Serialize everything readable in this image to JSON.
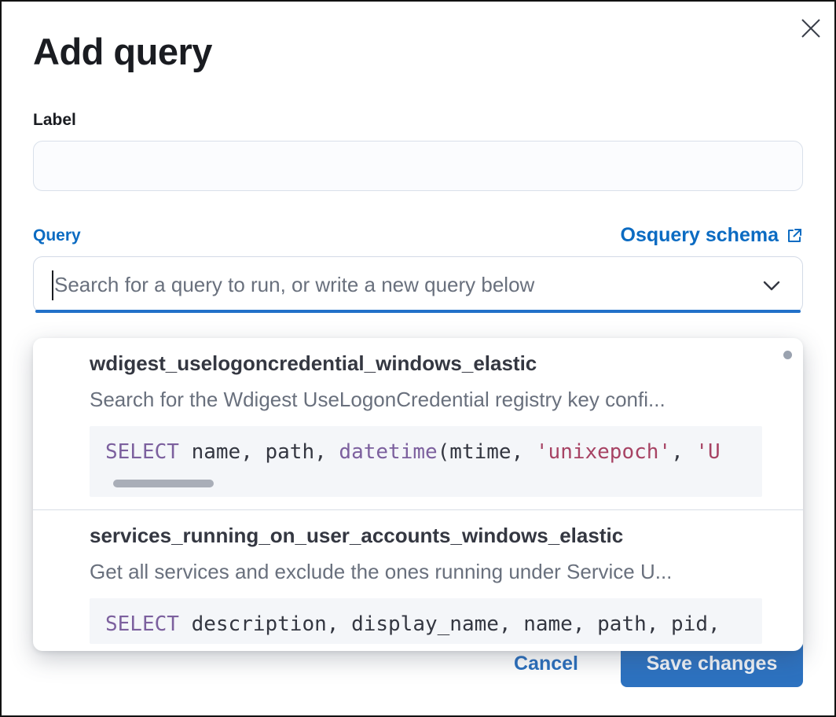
{
  "modal": {
    "title": "Add query"
  },
  "form": {
    "label_field": {
      "label": "Label",
      "value": ""
    },
    "query_field": {
      "label": "Query",
      "schema_link_label": "Osquery schema",
      "combobox_placeholder": "Search for a query to run, or write a new query below"
    }
  },
  "dropdown": {
    "options": [
      {
        "title": "wdigest_uselogoncredential_windows_elastic",
        "description": "Search for the Wdigest UseLogonCredential registry key confi...",
        "code": {
          "0": "SELECT",
          "1": " name, path, ",
          "2": "datetime",
          "3": "(mtime, ",
          "4": "'unixepoch'",
          "5": ", ",
          "6": "'U"
        }
      },
      {
        "title": "services_running_on_user_accounts_windows_elastic",
        "description": "Get all services and exclude the ones running under Service U...",
        "code": {
          "0": "SELECT",
          "1": " description, display_name, name, path, pid,"
        }
      }
    ]
  },
  "footer": {
    "cancel_label": "Cancel",
    "save_label": "Save changes"
  },
  "icons": {
    "close": "x-cross",
    "chevron_down": "chevron-down",
    "external_link": "external-link-box-arrow"
  },
  "colors": {
    "accent_blue": "#0b6bc2",
    "button_blue": "#2d72c0",
    "focus_bar_blue": "#2271c9",
    "keyword_purple": "#7c609e",
    "string_rose": "#a74364",
    "text_dark": "#1a1c21",
    "text_body": "#343741",
    "text_gray": "#69707d",
    "code_bg": "#f4f6f9"
  }
}
